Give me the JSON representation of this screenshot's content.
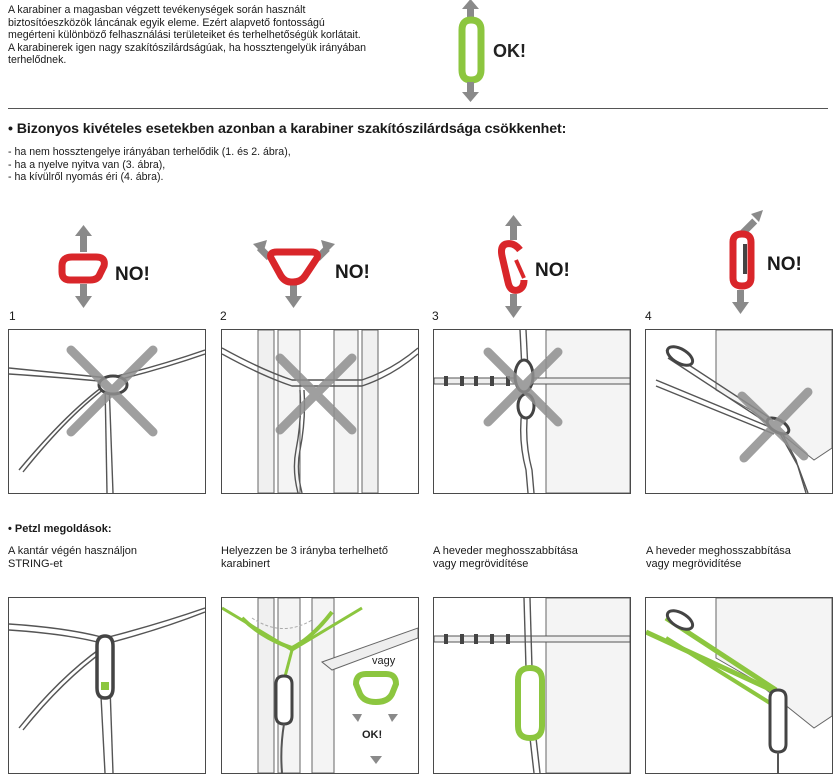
{
  "intro": {
    "lines": [
      "A karabiner a magasban végzett tevékenységek során használt",
      "biztosítóeszközök láncának egyik eleme. Ezért alapvető fontosságú",
      "megérteni különböző felhasználási területeiket és terhelhetőségük korlátait.",
      "A karabinerek igen nagy szakítószilárdságúak, ha hossztengelyük irányában",
      "terhelődnek."
    ],
    "ok_label": "OK!"
  },
  "warning": {
    "heading": "• Bizonyos kivételes esetekben azonban a karabiner szakítószilárdsága csökkenhet:",
    "bullets": [
      "- ha nem hossztengelye irányában terhelődik (1. és 2. ábra),",
      "- ha a nyelve nyitva van (3. ábra),",
      "- ha kívülről nyomás éri (4. ábra)."
    ]
  },
  "figures": [
    {
      "number": "1",
      "label": "NO!"
    },
    {
      "number": "2",
      "label": "NO!"
    },
    {
      "number": "3",
      "label": "NO!"
    },
    {
      "number": "4",
      "label": "NO!"
    }
  ],
  "solutions": {
    "heading": "• Petzl megoldások:",
    "captions": [
      [
        "A kantár végén használjon",
        "STRING-et"
      ],
      [
        "Helyezzen be 3 irányba terhelhető",
        "karabinert"
      ],
      [
        "A heveder meghosszabbítása",
        "vagy megrövidítése"
      ],
      [
        "A heveder meghosszabbítása",
        "vagy megrövidítése"
      ]
    ],
    "vagy_label": "vagy",
    "small_ok_label": "OK!"
  },
  "colors": {
    "ok_green": "#8cc63f",
    "no_red": "#d9262a",
    "arrow_gray": "#8a8a8a",
    "cross_gray": "#9a9a9a"
  }
}
